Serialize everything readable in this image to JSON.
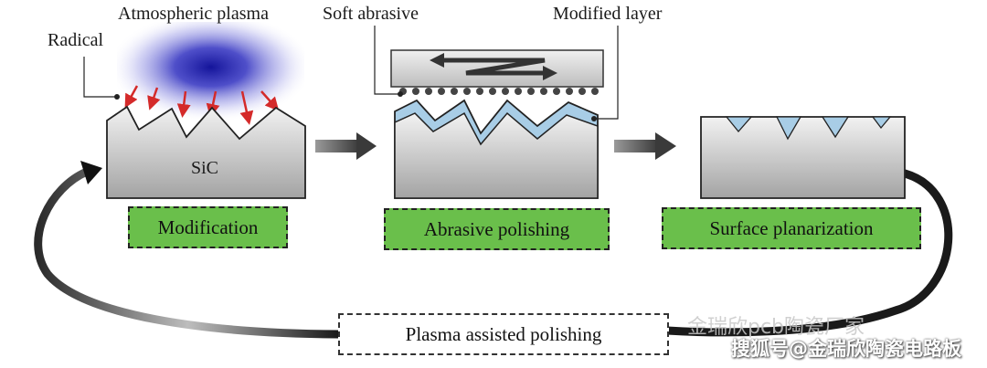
{
  "labels": {
    "atmospheric_plasma": "Atmospheric plasma",
    "radical": "Radical",
    "sic": "SiC",
    "soft_abrasive": "Soft abrasive",
    "modified_layer": "Modified layer"
  },
  "steps": [
    {
      "label": "Modification"
    },
    {
      "label": "Abrasive polishing"
    },
    {
      "label": "Surface planarization"
    }
  ],
  "cycle_label": "Plasma assisted polishing",
  "watermark": {
    "line1": "金瑞欣pcb陶瓷厂家",
    "line2": "搜狐号@金瑞欣陶瓷电路板"
  },
  "colors": {
    "plasma": "#1a1aa0",
    "radical_arrows": "#d42a2a",
    "substrate_top": "#f2f2f2",
    "substrate_bottom": "#a6a6a6",
    "modified_layer": "#a8cde6",
    "step_box": "#6abf4b",
    "cycle_arrow": "#111111"
  }
}
